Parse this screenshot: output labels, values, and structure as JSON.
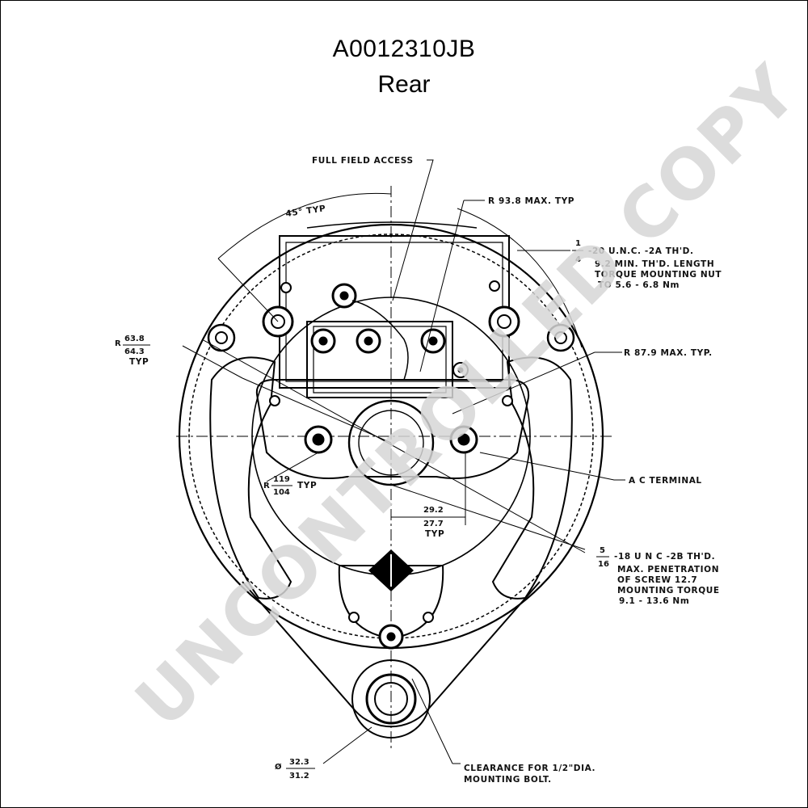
{
  "header": {
    "part_number": "A0012310JB",
    "view": "Rear"
  },
  "watermark": "UNCONTROLLED COPY",
  "labels": {
    "full_field_access": "FULL FIELD ACCESS",
    "angle_typ": "45° TYP",
    "r938": "R 93.8 MAX. TYP",
    "thread_quarter_num": "1",
    "thread_quarter_den": "4",
    "thread_quarter_l1": "-20 U.N.C. -2A TH'D.",
    "thread_quarter_l2": "9.2 MIN. TH'D. LENGTH",
    "thread_quarter_l3": "TORQUE MOUNTING NUT",
    "thread_quarter_l4": "TO 5.6 - 6.8 Nm",
    "r_left_prefix": "R",
    "r_left_num": "63.8",
    "r_left_den": "64.3",
    "r_left_suffix": "TYP",
    "r879": "R 87.9 MAX. TYP.",
    "ac_terminal": "A C TERMINAL",
    "r_center_prefix": "R",
    "r_center_num": "119",
    "r_center_den": "104",
    "r_center_suffix": "TYP",
    "dim_num": "29.2",
    "dim_den": "27.7",
    "dim_suffix": "TYP",
    "screw_num": "5",
    "screw_den": "16",
    "screw_l1": "-18 U N C -2B TH'D.",
    "screw_l2": "MAX. PENETRATION",
    "screw_l3": "OF SCREW 12.7",
    "screw_l4": "MOUNTING TORQUE",
    "screw_l5": "9.1 - 13.6 Nm",
    "dia_prefix": "Ø",
    "dia_num": "32.3",
    "dia_den": "31.2",
    "clearance_l1": "CLEARANCE FOR 1/2\"DIA.",
    "clearance_l2": "MOUNTING BOLT."
  }
}
